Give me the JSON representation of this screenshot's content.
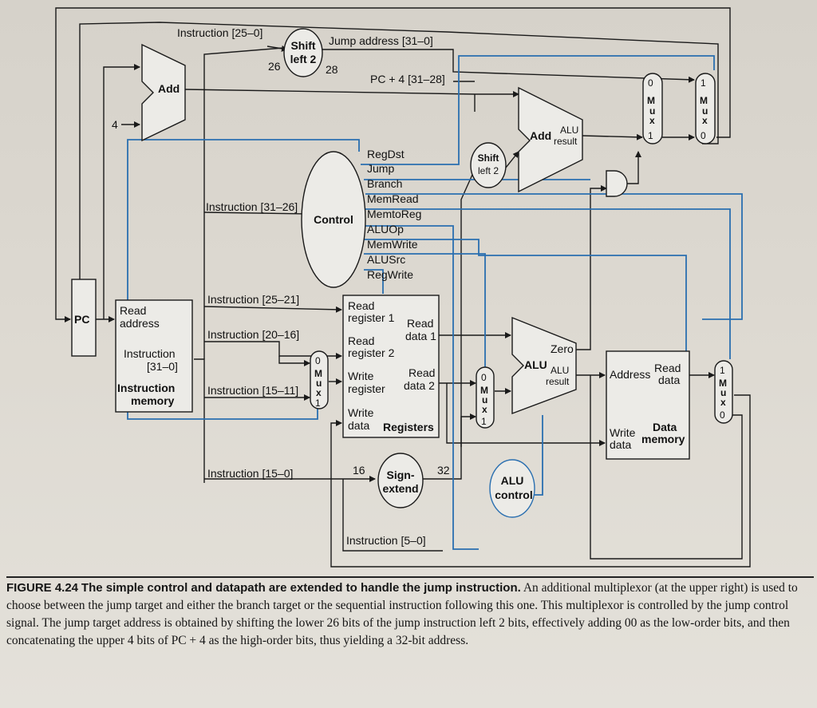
{
  "diagram": {
    "labels": {
      "instr_25_0": "Instruction [25–0]",
      "shift_left2_a": "Shift",
      "shift_left2_b": "left 2",
      "jump_address": "Jump address [31–0]",
      "bits26": "26",
      "bits28": "28",
      "pc4": "PC + 4 [31–28]",
      "add_top": "Add",
      "four": "4",
      "add_alu": "Add",
      "alu_result_small_a": "ALU",
      "alu_result_small_b": "result",
      "shift2_a": "Shift",
      "shift2_b": "left 2",
      "control": "Control",
      "regdst": "RegDst",
      "jump": "Jump",
      "branch": "Branch",
      "memread": "MemRead",
      "memtoreg": "MemtoReg",
      "aluop": "ALUOp",
      "memwrite": "MemWrite",
      "alusrc": "ALUSrc",
      "regwrite": "RegWrite",
      "instr_31_26": "Instruction [31–26]",
      "pc": "PC",
      "read_address_a": "Read",
      "read_address_b": "address",
      "instr_31_0_a": "Instruction",
      "instr_31_0_b": "[31–0]",
      "instr_mem_a": "Instruction",
      "instr_mem_b": "memory",
      "instr_25_21": "Instruction [25–21]",
      "instr_20_16": "Instruction [20–16]",
      "instr_15_11": "Instruction [15–11]",
      "instr_15_0": "Instruction [15–0]",
      "instr_5_0": "Instruction [5–0]",
      "read_reg1_a": "Read",
      "read_reg1_b": "register 1",
      "read_data1_a": "Read",
      "read_data1_b": "data 1",
      "read_reg2_a": "Read",
      "read_reg2_b": "register 2",
      "write_reg_a": "Write",
      "write_reg_b": "register",
      "read_data2_a": "Read",
      "read_data2_b": "data 2",
      "write_data_a": "Write",
      "write_data_b": "data",
      "registers": "Registers",
      "zero": "Zero",
      "alu": "ALU",
      "alu_result_a": "ALU",
      "alu_result_b": "result",
      "address": "Address",
      "read_data_a": "Read",
      "read_data_b": "data",
      "write_data_mem_a": "Write",
      "write_data_mem_b": "data",
      "data_memory_a": "Data",
      "data_memory_b": "memory",
      "bits16": "16",
      "bits32": "32",
      "sign_extend_a": "Sign-",
      "sign_extend_b": "extend",
      "alu_control_a": "ALU",
      "alu_control_b": "control",
      "mux_m": "M",
      "mux_u": "u",
      "mux_x": "x",
      "mux_0": "0",
      "mux_1": "1"
    },
    "colors": {
      "control_lines": "#2a6fb0",
      "wires": "#1a1a1a"
    }
  },
  "caption": {
    "figure_label": "FIGURE 4.24",
    "heading": "The simple control and datapath are extended to handle the jump instruction.",
    "body": "An additional multiplexor (at the upper right) is used to choose between the jump target and either the branch target or the sequential instruction following this one. This multiplexor is controlled by the jump control signal. The jump target address is obtained by shifting the lower 26 bits of the jump instruction left 2 bits, effectively adding 00 as the low-order bits, and then concatenating the upper 4 bits of PC + 4 as the high-order bits, thus yielding a 32-bit address."
  }
}
